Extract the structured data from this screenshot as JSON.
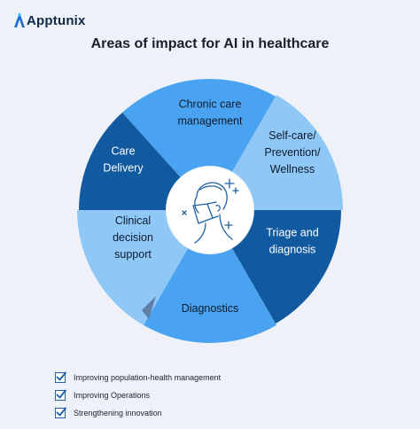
{
  "brand": {
    "name": "Apptunix"
  },
  "title": "Areas of impact for AI in healthcare",
  "segments": [
    {
      "id": "chronic-care",
      "lines": [
        "Chronic care",
        "management"
      ],
      "color": "#4aa3f0",
      "text_color": "#0d1b2e"
    },
    {
      "id": "self-care",
      "lines": [
        "Self-care/",
        "Prevention/",
        "Wellness"
      ],
      "color": "#8fc8f7",
      "text_color": "#0d1b2e"
    },
    {
      "id": "triage",
      "lines": [
        "Triage and",
        "diagnosis"
      ],
      "color": "#125aa0",
      "text_color": "#ffffff"
    },
    {
      "id": "diagnostics",
      "lines": [
        "Diagnostics"
      ],
      "color": "#4aa3f0",
      "text_color": "#0d1b2e"
    },
    {
      "id": "clinical-decision",
      "lines": [
        "Clinical",
        "decision",
        "support"
      ],
      "color": "#8fc8f7",
      "text_color": "#0d1b2e"
    },
    {
      "id": "care-delivery",
      "lines": [
        "Care",
        "Delivery"
      ],
      "color": "#125aa0",
      "text_color": "#ffffff"
    }
  ],
  "legend": [
    {
      "label": "Improving population-health management"
    },
    {
      "label": "Improving Operations"
    },
    {
      "label": "Strengthening innovation"
    }
  ],
  "colors": {
    "dark_blue": "#125aa0",
    "mid_blue": "#4aa3f0",
    "light_blue": "#8fc8f7",
    "background": "#eef2f8",
    "icon_stroke": "#1f5fa3"
  },
  "icons": {
    "center": "patient-with-mask-icon",
    "logo": "apptunix-logo-icon",
    "check": "checkmark-icon"
  }
}
